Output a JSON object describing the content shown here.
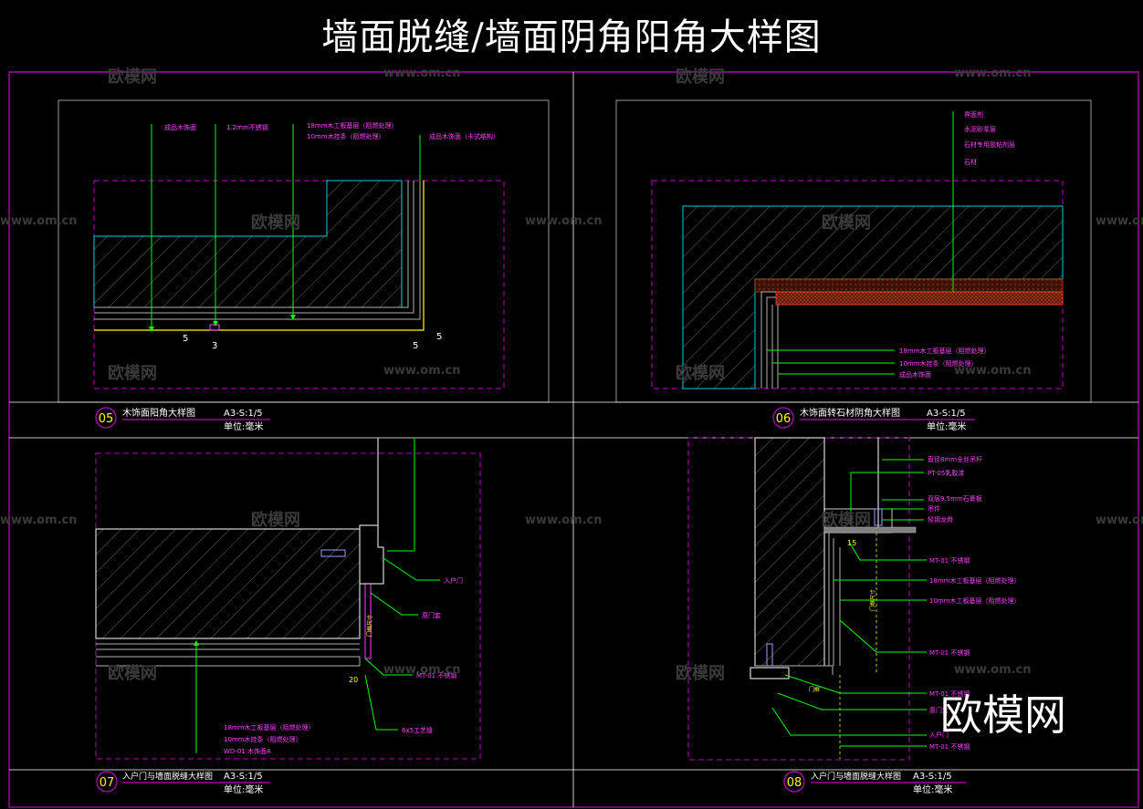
{
  "page_title": "墙面脱缝/墙面阴角阳角大样图",
  "watermark": {
    "brand": "欧模网",
    "url": "www.om.cn",
    "logo_text": "欧模网"
  },
  "panels": [
    {
      "number": "05",
      "title": "木饰面阳角大样图",
      "scale": "A3-S:1/5",
      "unit": "单位:毫米",
      "callouts": [
        "成品木饰面",
        "1.2mm不锈钢",
        "18mm木工板基层（阻燃处理）",
        "10mm木挂条（阻燃处理）",
        "成品木饰面（卡式结构）"
      ],
      "dims": [
        "5",
        "3",
        "5",
        "5"
      ]
    },
    {
      "number": "06",
      "title": "木饰面转石材阴角大样图",
      "scale": "A3-S:1/5",
      "unit": "单位:毫米",
      "callouts": [
        "界面剂",
        "水泥砂浆层",
        "石材专用胶粘剂层",
        "石材",
        "18mm木工板基层（阻燃处理）",
        "10mm木挂条（阻燃处理）",
        "成品木饰面"
      ]
    },
    {
      "number": "07",
      "title": "入户门与墙面脱缝大样图",
      "scale": "A3-S:1/5",
      "unit": "单位:毫米",
      "callouts": [
        "入户门",
        "原门套",
        "MT-01 不锈钢",
        "6x5工艺缝",
        "18mm木工板基层（阻燃处理）",
        "10mm木挂条（阻燃处理）",
        "WD-01 木饰面A"
      ],
      "dims": [
        "20",
        "门框尺寸"
      ]
    },
    {
      "number": "08",
      "title": "入户门与墙面脱缝大样图",
      "scale": "A3-S:1/5",
      "unit": "单位:毫米",
      "callouts": [
        "直径8mm全丝吊杆",
        "PT-05乳胶漆",
        "双层9.5mm石膏板",
        "吊件",
        "轻钢龙骨",
        "MT-01 不锈钢",
        "18mm木工板基层（阻燃处理）",
        "10mm木工板基层（阻燃处理）",
        "MT-01 不锈钢",
        "MT-01 不锈钢",
        "原门套",
        "入户门",
        "MT-01 不锈钢"
      ],
      "dims": [
        "15",
        "门框尺寸",
        "门框"
      ]
    }
  ],
  "colors": {
    "frame": "#c000c0",
    "leader": "#00ff00",
    "callout_text": "#ff40ff",
    "outline": "#00d0d0",
    "hatch": "#808080",
    "dim": "#ffff00",
    "panel_border": "#ffffff",
    "stone": "#d04020"
  }
}
